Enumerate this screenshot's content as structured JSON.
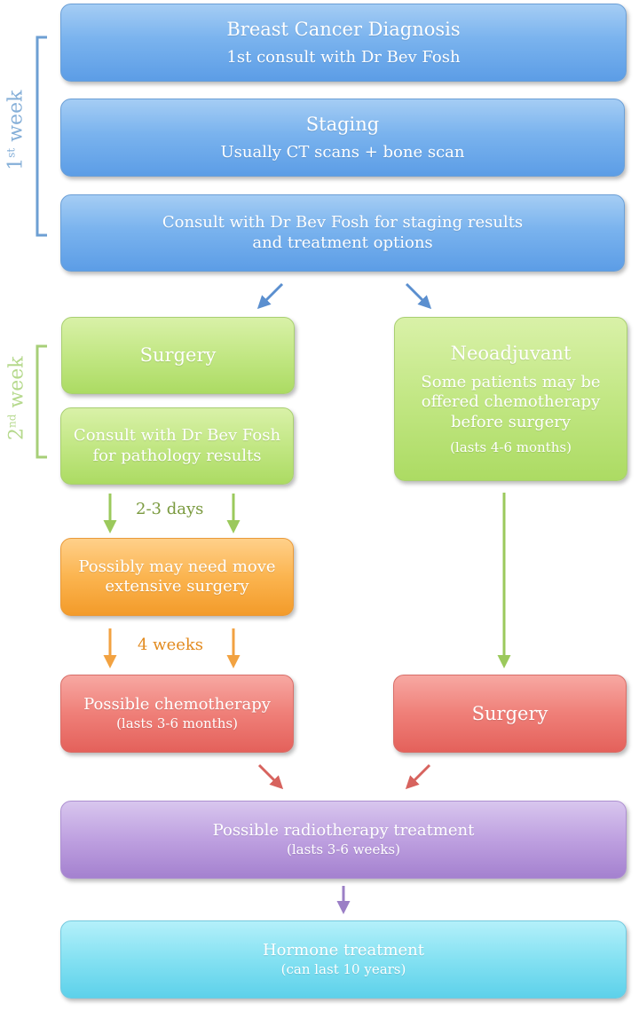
{
  "week_labels": {
    "first": {
      "num": "1",
      "sup": "st",
      "word": " week"
    },
    "second": {
      "num": "2",
      "sup": "nd",
      "word": " week"
    }
  },
  "boxes": {
    "diagnosis": {
      "title": "Breast Cancer Diagnosis",
      "subtitle": "1st consult with Dr Bev Fosh"
    },
    "staging": {
      "title": "Staging",
      "subtitle": "Usually CT scans + bone scan"
    },
    "staging_consult": {
      "line1": "Consult with Dr Bev Fosh for staging results",
      "line2": "and treatment options"
    },
    "surgery": {
      "title": "Surgery"
    },
    "pathology_consult": {
      "line1": "Consult with Dr Bev Fosh",
      "line2": "for pathology results"
    },
    "neoadjuvant": {
      "title": "Neoadjuvant",
      "line1": "Some patients may be",
      "line2": "offered chemotherapy",
      "line3": "before surgery",
      "note": "(lasts 4-6 months)"
    },
    "extensive_surgery": {
      "line1": "Possibly may need move",
      "line2": "extensive surgery"
    },
    "chemotherapy": {
      "title": "Possible chemotherapy",
      "note": "(lasts 3-6 months)"
    },
    "surgery_after_neo": {
      "title": "Surgery"
    },
    "radiotherapy": {
      "title": "Possible radiotherapy treatment",
      "note": "(lasts 3-6 weeks)"
    },
    "hormone": {
      "title": "Hormone treatment",
      "note": "(can last 10 years)"
    }
  },
  "interval_labels": {
    "days": "2-3 days",
    "weeks": "4 weeks"
  },
  "colors": {
    "blue": "#5c9de6",
    "blue_bracket": "#6d9fd3",
    "green": "#acdb63",
    "green_bracket": "#a7cf78",
    "green_text": "#7a9a3f",
    "orange": "#f39b2a",
    "orange_text": "#e28a1e",
    "red": "#e4615b",
    "purple": "#a481cf",
    "cyan": "#5dd1ea"
  }
}
